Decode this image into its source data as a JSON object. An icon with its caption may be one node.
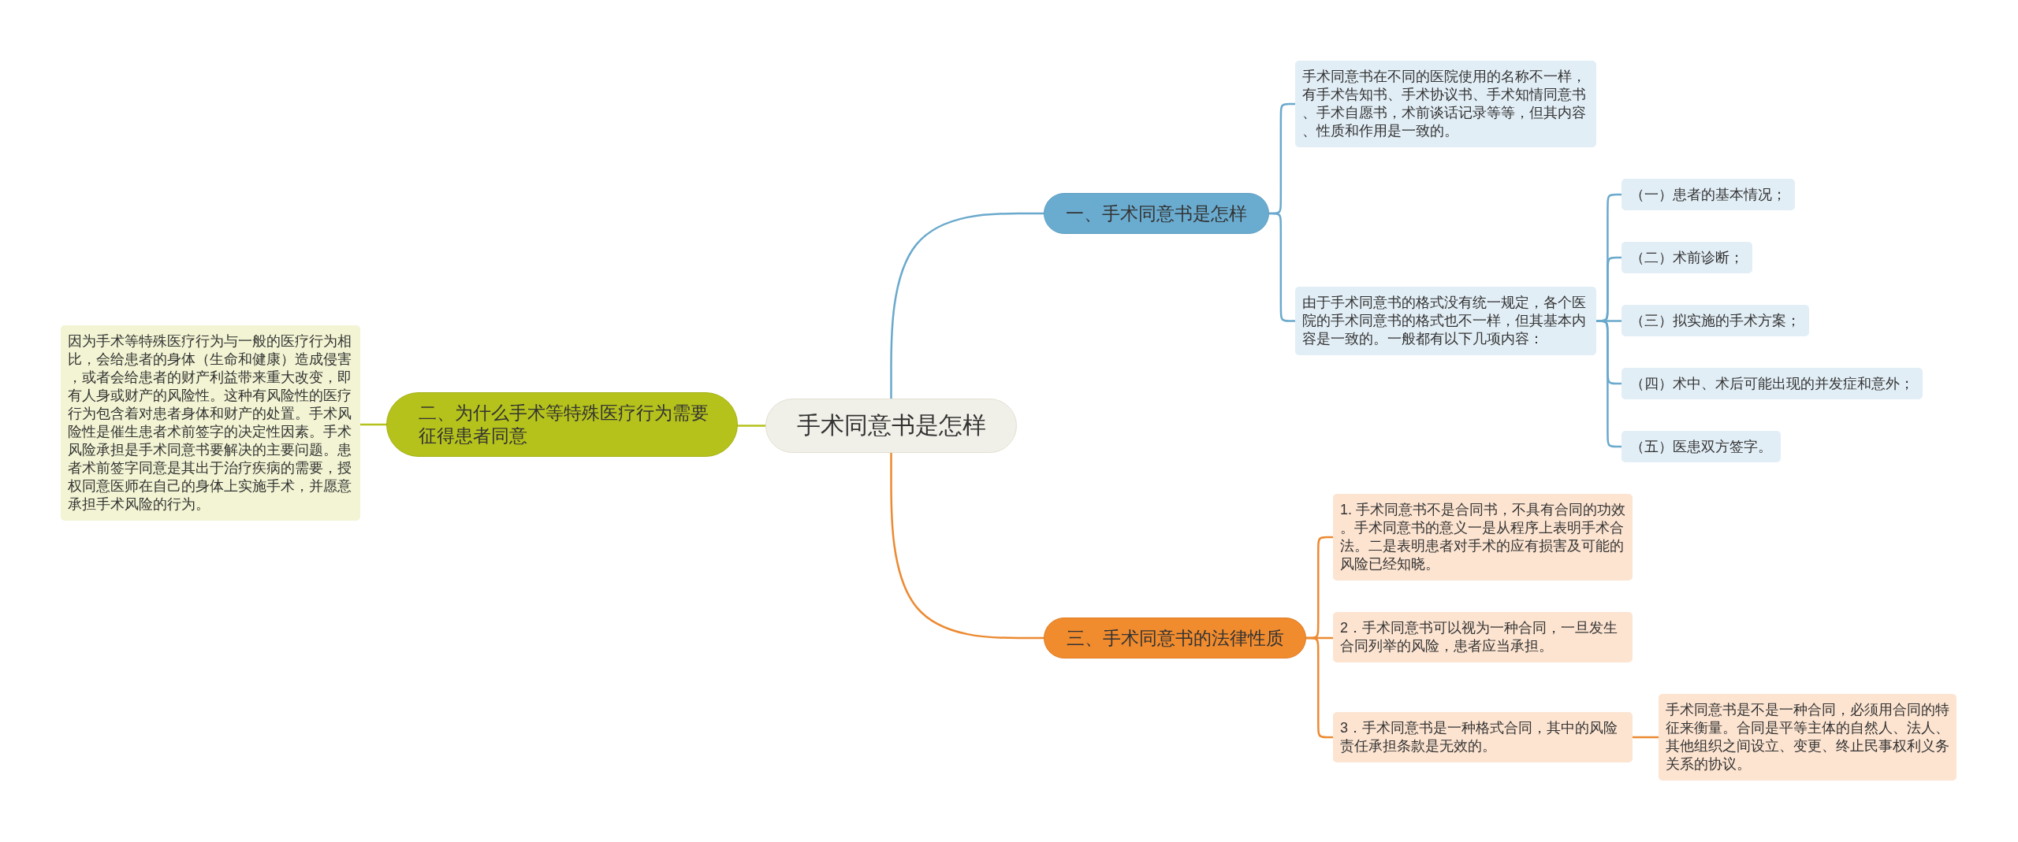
{
  "diagram": {
    "nodes": [
      {
        "text": [
          "手术同意书是怎样"
        ]
      },
      {
        "text": [
          "一、手术同意书是怎样"
        ]
      },
      {
        "text": [
          "手术同意书在不同的医院使用的名称不一样，有手术告知书、手术协议书、手术知情同意书、手术自愿书，术前谈话记录等等，但其内容、性质和作用是一致的。"
        ]
      },
      {
        "text": [
          "由于手术同意书的格式没有统一规定，各个医院的手术同意书的格式也不一样，但其基本内容是一致的。一般都有以下几项内容："
        ]
      },
      {
        "text": [
          "（一）患者的基本情况；"
        ]
      },
      {
        "text": [
          "（二）术前诊断；"
        ]
      },
      {
        "text": [
          "（三）拟实施的手术方案；"
        ]
      },
      {
        "text": [
          "（四）术中、术后可能出现的并发症和意外；"
        ]
      },
      {
        "text": [
          "（五）医患双方签字。"
        ]
      },
      {
        "text": [
          "二、为什么手术等特殊医疗行为需要征得患者同意"
        ]
      },
      {
        "text": [
          "因为手术等特殊医疗行为与一般的医疗行为相比，会给患者的身体（生命和健康）造成侵害，或者会给患者的财产利益带来重大改变，即有人身或财产的风险性。这种有风险性的医疗行为包含着对患者身体和财产的处置。手术风险性是催生患者术前签字的决定性因素。手术风险承担是手术同意书要解决的主要问题。患者术前签字同意是其出于治疗疾病的需要，授权同意医师在自己的身体上实施手术，并愿意承担手术风险的行为。"
        ]
      },
      {
        "text": [
          "三、手术同意书的法律性质"
        ]
      },
      {
        "text": [
          "1. 手术同意书不是合同书，不具有合同的功效。手术同意书的意义一是从程序上表明手术合法。二是表明患者对手术的应有损害及可能的风险已经知晓。"
        ]
      },
      {
        "text": [
          "2．手术同意书可以视为一种合同，一旦发生合同列举的风险，患者应当承担。"
        ]
      },
      {
        "text": [
          "3．手术同意书是一种格式合同，其中的风险责任承担条款是无效的。"
        ]
      },
      {
        "text": [
          "手术同意书是不是一种合同，必须用合同的特征来衡量。合同是平等主体的自然人、法人、其他组织之间设立、变更、终止民事权利义务关系的协议。"
        ]
      }
    ],
    "edges": [
      {
        "from": 0,
        "to": 1,
        "arrow": "none"
      },
      {
        "from": 1,
        "to": 2,
        "arrow": "none"
      },
      {
        "from": 1,
        "to": 3,
        "arrow": "none"
      },
      {
        "from": 3,
        "to": 4,
        "arrow": "none"
      },
      {
        "from": 3,
        "to": 5,
        "arrow": "none"
      },
      {
        "from": 3,
        "to": 6,
        "arrow": "none"
      },
      {
        "from": 3,
        "to": 7,
        "arrow": "none"
      },
      {
        "from": 3,
        "to": 8,
        "arrow": "none"
      },
      {
        "from": 0,
        "to": 9,
        "arrow": "none",
        "color": "#b5c21b"
      },
      {
        "from": 9,
        "to": 10,
        "arrow": "none",
        "color": "#b5c21b"
      },
      {
        "from": 0,
        "to": 11,
        "arrow": "none",
        "color": "#ec8a32"
      },
      {
        "from": 11,
        "to": 12,
        "arrow": "none",
        "color": "#ec8a32"
      },
      {
        "from": 11,
        "to": 13,
        "arrow": "none",
        "color": "#ec8a32"
      },
      {
        "from": 11,
        "to": 14,
        "arrow": "none",
        "color": "#ec8a32"
      },
      {
        "from": 14,
        "to": 15,
        "arrow": "none",
        "color": "#ec8a32"
      }
    ]
  }
}
